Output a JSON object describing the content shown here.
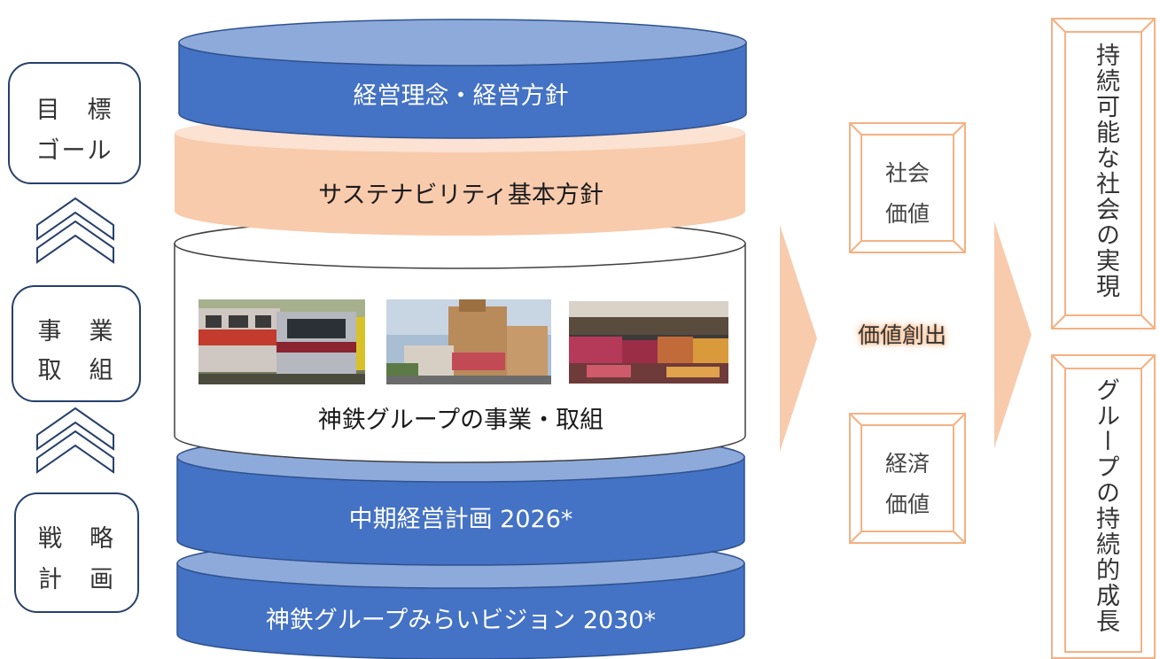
{
  "left_labels": [
    {
      "line1": "目　標",
      "line2": "ゴール"
    },
    {
      "line1": "事　業",
      "line2": "取　組"
    },
    {
      "line1": "戦　略",
      "line2": "計　画"
    }
  ],
  "layers": {
    "philosophy": "経営理念・経営方針",
    "sustainability": "サステナビリティ基本方針",
    "business": "神鉄グループの事業・取組",
    "mid_term_plan": "中期経営計画 2026*",
    "vision": "神鉄グループみらいビジョン 2030*"
  },
  "photos": [
    "train-photo",
    "building-photo",
    "supermarket-photo"
  ],
  "value_creation": "価値創出",
  "values": [
    {
      "line1": "社会",
      "line2": "価値"
    },
    {
      "line1": "経済",
      "line2": "価値"
    }
  ],
  "outcomes": [
    "持続可能な社会の実現",
    "グループの持続的成長"
  ],
  "colors": {
    "blue": "#4472c4",
    "blue_top": "#8eaadb",
    "orange_body": "#f8cbad",
    "orange_top": "#fbe2d2",
    "arrow": "#f8cbad",
    "frame": "#f4b183",
    "navy": "#27406b"
  }
}
